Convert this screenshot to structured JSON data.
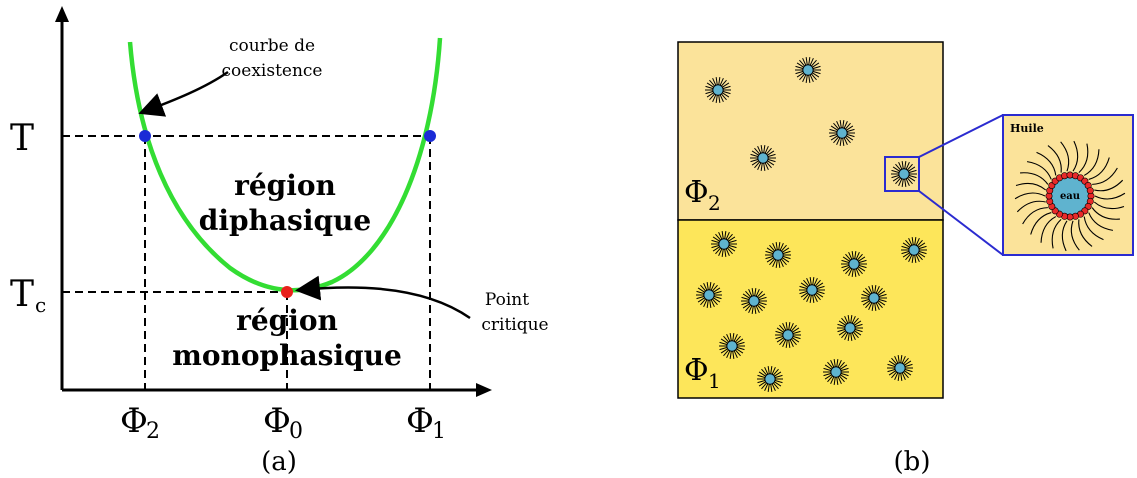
{
  "panel_a": {
    "y_labels": {
      "T": "T",
      "Tc_main": "T",
      "Tc_sub": "c"
    },
    "x_labels": {
      "phi2": {
        "main": "Φ",
        "sub": "2"
      },
      "phi0": {
        "main": "Φ",
        "sub": "0"
      },
      "phi1": {
        "main": "Φ",
        "sub": "1"
      }
    },
    "annotations": {
      "coexistence_line1": "courbe de",
      "coexistence_line2": "coexistence",
      "critical_line1": "Point",
      "critical_line2": "critique"
    },
    "regions": {
      "diphasic_line1": "région",
      "diphasic_line2": "diphasique",
      "mono_line1": "région",
      "mono_line2": "monophasique"
    },
    "caption": "(a)",
    "colors": {
      "curve": "#33dd33",
      "points": "#1a2bd6",
      "critical": "#e8211b"
    }
  },
  "panel_b": {
    "phases": {
      "upper": {
        "main": "Φ",
        "sub": "2",
        "color": "#fbe39a"
      },
      "lower": {
        "main": "Φ",
        "sub": "1",
        "color": "#fde65a"
      }
    },
    "zoom": {
      "oil_label": "Huile",
      "water_label": "eau",
      "border_color": "#2b2bd0"
    },
    "caption": "(b)",
    "colors": {
      "droplet_core": "#5fb3cf",
      "surfactant_head": "#e82a2a"
    }
  }
}
